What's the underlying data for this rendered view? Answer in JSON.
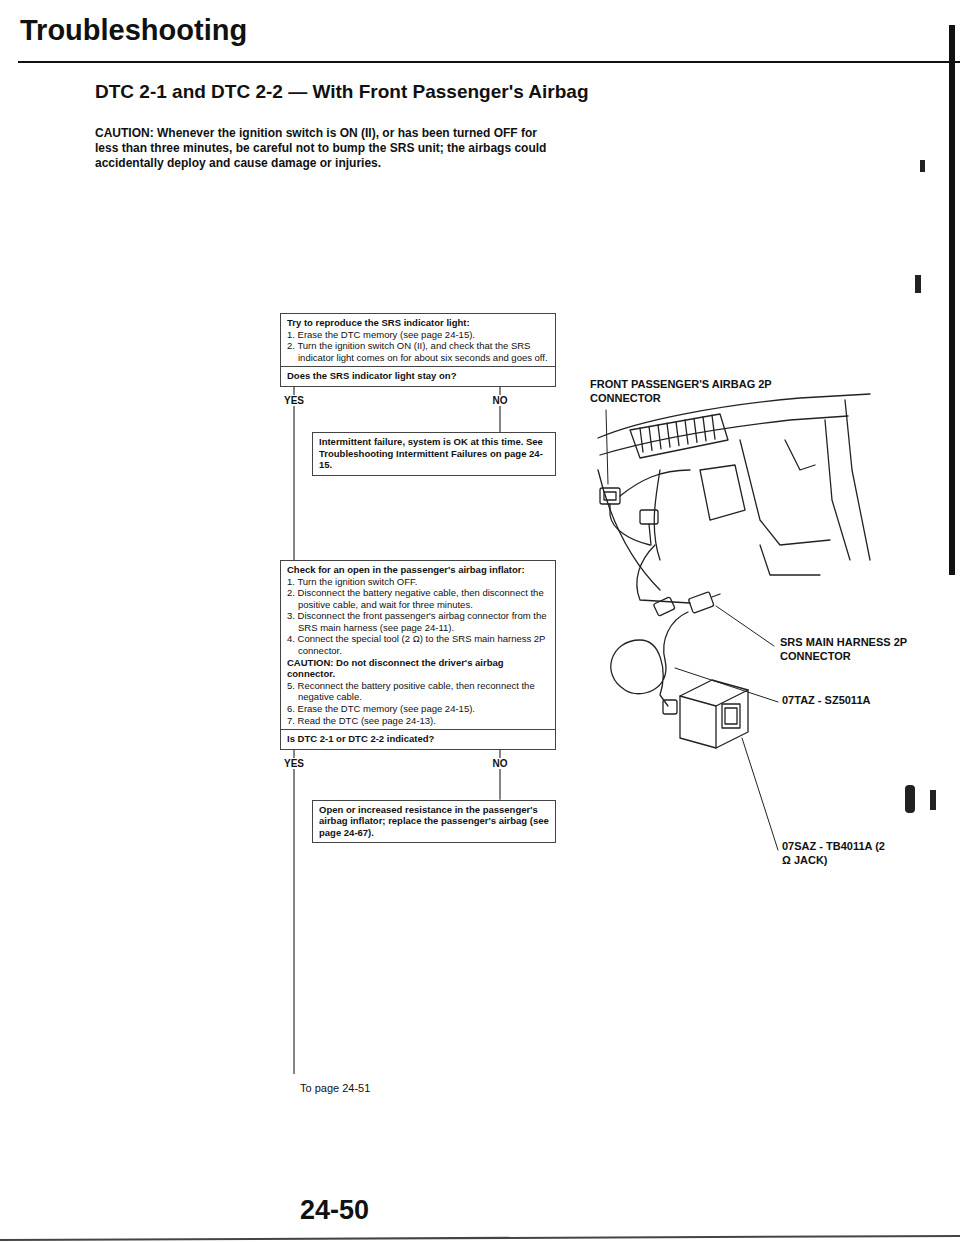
{
  "diagram": {
    "title": "Troubleshooting",
    "nodes": [
      {
        "text": [
          "Try to reproduce the SRS indicator light:",
          "1. Erase the DTC memory (see page 24-15).",
          "2. Turn the ignition switch ON (II), and check that the SRS indicator light comes on for about six seconds and goes off.",
          "Does the SRS indicator light stay on?"
        ]
      },
      {
        "text": [
          "Intermittent failure, system is OK at this time. See Troubleshooting Intermittent Failures on page 24-15."
        ]
      },
      {
        "text": [
          "Check for an open in the passenger's airbag inflator:",
          "1. Turn the ignition switch OFF.",
          "2. Disconnect the battery negative cable, then disconnect the positive cable, and wait for three minutes.",
          "3. Disconnect the front passenger's airbag connector from the SRS main harness (see page 24-11).",
          "4. Connect the special tool (2 Ω) to the SRS main harness 2P connector.",
          "CAUTION: Do not disconnect the driver's airbag connector.",
          "5. Reconnect the battery positive cable, then reconnect the negative cable.",
          "6. Erase the DTC memory (see page 24-15).",
          "7. Read the DTC (see page 24-13).",
          "Is DTC 2-1 or DTC 2-2 indicated?"
        ]
      },
      {
        "text": [
          "Open or increased resistance in the passenger's airbag inflator; replace the passenger's airbag (see page 24-67)."
        ]
      }
    ],
    "edges": [
      {
        "from": 0,
        "to": 2,
        "arrow": "none",
        "label": "YES"
      },
      {
        "from": 0,
        "to": 1,
        "arrow": "none",
        "label": "NO"
      },
      {
        "from": 2,
        "to": 3,
        "arrow": "none",
        "label": "NO"
      }
    ],
    "labels": [
      "YES",
      "To page 24-51",
      "DTC 2-1 and DTC 2-2 — With Front Passenger's Airbag",
      "CAUTION: Whenever the ignition switch is ON (II), or has been turned OFF for less than three minutes, be careful not to bump the SRS unit; the airbags could accidentally deploy and cause damage or injuries.",
      "FRONT PASSENGER'S AIRBAG 2P CONNECTOR",
      "SRS MAIN HARNESS 2P CONNECTOR",
      "07TAZ - SZ5011A",
      "07SAZ - TB4011A (2 Ω JACK)",
      "24-50"
    ]
  }
}
